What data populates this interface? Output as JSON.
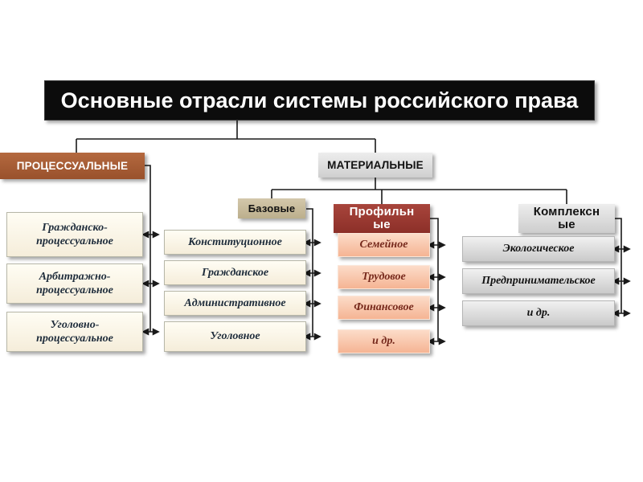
{
  "title": "Основные отрасли системы российского права",
  "branches": {
    "processual": {
      "label": "ПРОЦЕССУАЛЬНЫЕ",
      "children": [
        "Гражданско-процессуальное",
        "Арбитражно-процессуальное",
        "Уголовно-процессуальное"
      ]
    },
    "material": {
      "label": "МАТЕРИАЛЬНЫЕ",
      "groups": [
        {
          "label": "Базовые",
          "children": [
            "Конституционное",
            "Гражданское",
            "Административное",
            "Уголовное"
          ]
        },
        {
          "label": "Профильные",
          "children": [
            "Семейное",
            "Трудовое",
            "Финансовое",
            "и др."
          ]
        },
        {
          "label": "Комплексные",
          "children": [
            "Экологическое",
            "Предпринимательское",
            "и др."
          ]
        }
      ]
    }
  },
  "colors": {
    "title_bg": "#0c0c0c",
    "processual_header": "#a5593b",
    "material_header": "#d9d9d9",
    "bazovye_header": "#c6ba9b",
    "profilnye_header": "#943732",
    "kompleksnye_header": "#d9d9d9",
    "node_cream": "#faf4e4",
    "node_salmon": "#f8c9af",
    "node_gray": "#dedede",
    "connector": "#1a1a1a"
  }
}
